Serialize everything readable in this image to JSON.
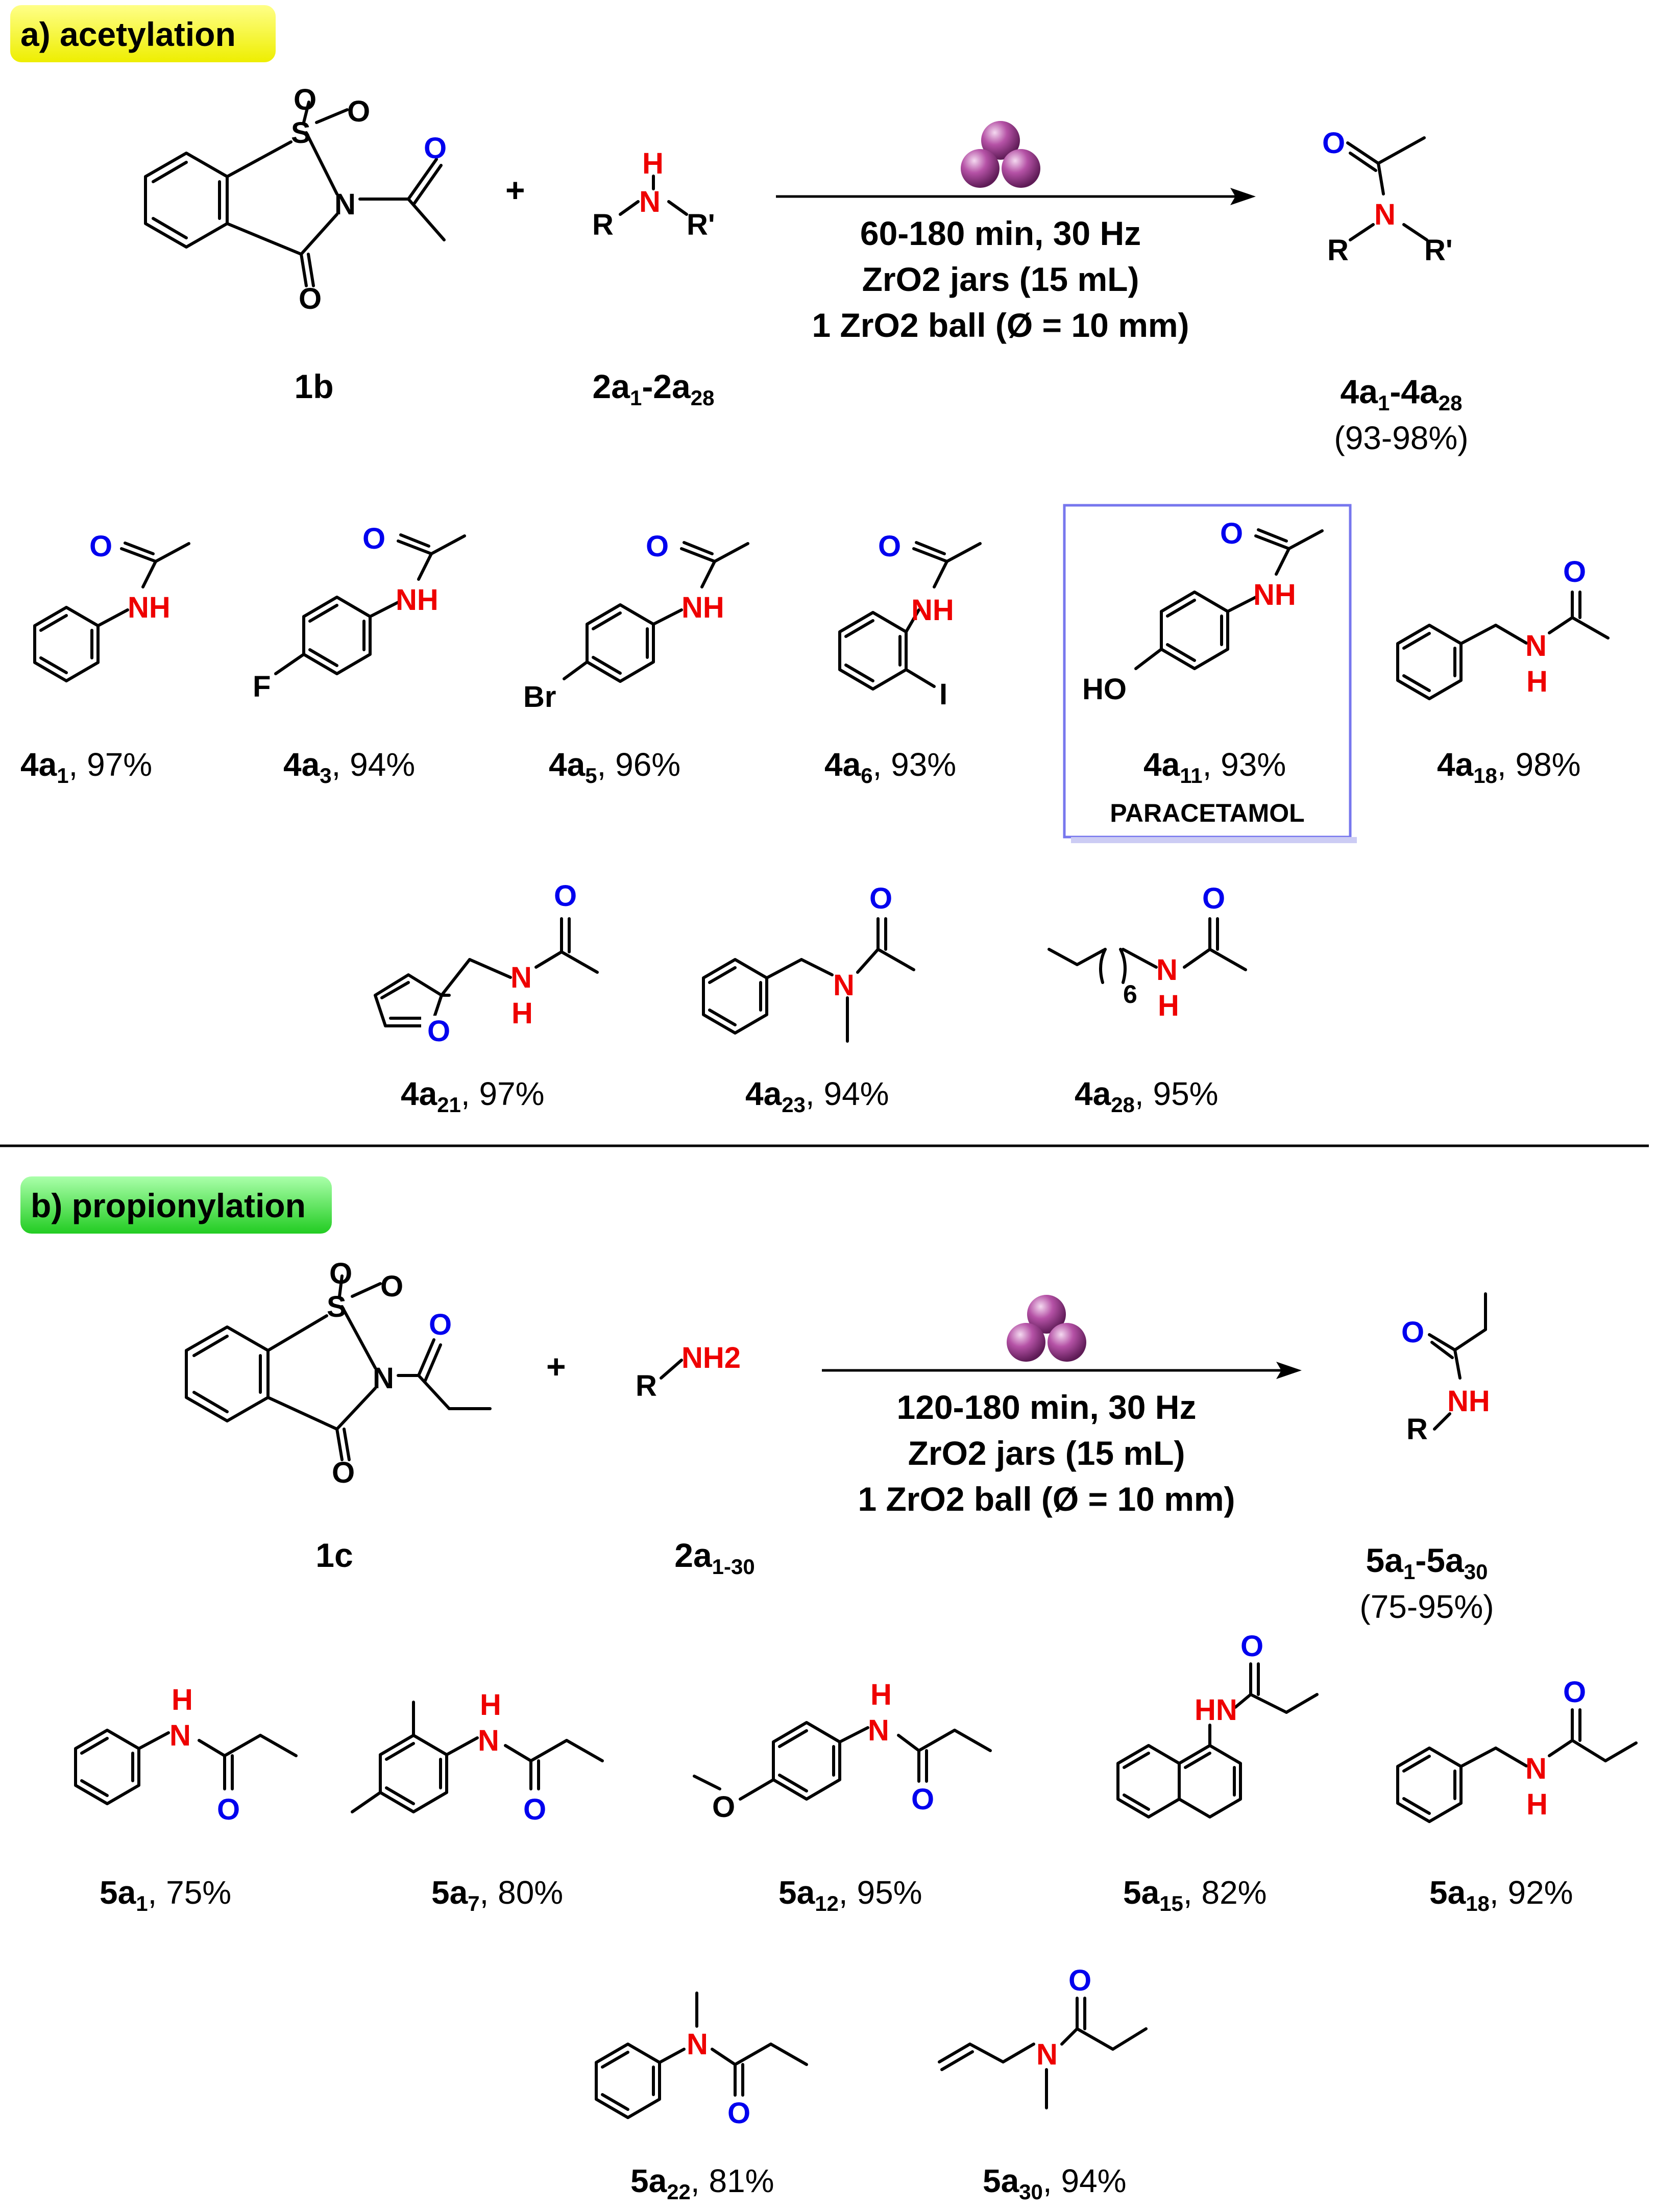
{
  "panel_a": {
    "tag": "a) acetylation",
    "tag_color": "#ffff33",
    "reagent_label": "1b",
    "amine_label": "2a",
    "amine_label_sub1": "1",
    "amine_label_dash": "-2a",
    "amine_label_sub2": "28",
    "product_label_main": "4a",
    "product_label_sub1": "1",
    "product_label_dash": "-4a",
    "product_label_sub2": "28",
    "product_yield_range": "(93-98%)",
    "conditions": [
      "60-180 min, 30 Hz",
      "ZrO2 jars (15 mL)",
      "1 ZrO2 ball (Ø = 10 mm)"
    ],
    "plus": "+",
    "highlight_caption": "PARACETAMOL",
    "highlight_color": "#7777ee",
    "products": [
      {
        "id": "4a",
        "sub": "1",
        "yield": ", 97%"
      },
      {
        "id": "4a",
        "sub": "3",
        "yield": ", 94%"
      },
      {
        "id": "4a",
        "sub": "5",
        "yield": ", 96%"
      },
      {
        "id": "4a",
        "sub": "6",
        "yield": ", 93%"
      },
      {
        "id": "4a",
        "sub": "11",
        "yield": ", 93%"
      },
      {
        "id": "4a",
        "sub": "18",
        "yield": ", 98%"
      },
      {
        "id": "4a",
        "sub": "21",
        "yield": ", 97%"
      },
      {
        "id": "4a",
        "sub": "23",
        "yield": ", 94%"
      },
      {
        "id": "4a",
        "sub": "28",
        "yield": ", 95%"
      }
    ]
  },
  "panel_b": {
    "tag": "b) propionylation",
    "tag_color": "#44ee44",
    "reagent_label": "1c",
    "amine_label": "2a",
    "amine_label_sub": "1-30",
    "product_label_main": "5a",
    "product_label_sub1": "1",
    "product_label_dash": "-5a",
    "product_label_sub2": "30",
    "product_yield_range": "(75-95%)",
    "conditions": [
      "120-180 min, 30 Hz",
      "ZrO2 jars (15 mL)",
      "1 ZrO2 ball (Ø = 10 mm)"
    ],
    "plus": "+",
    "amine_text": "NH2",
    "products": [
      {
        "id": "5a",
        "sub": "1",
        "yield": ", 75%"
      },
      {
        "id": "5a",
        "sub": "7",
        "yield": ", 80%"
      },
      {
        "id": "5a",
        "sub": "12",
        "yield": ", 95%"
      },
      {
        "id": "5a",
        "sub": "15",
        "yield": ", 82%"
      },
      {
        "id": "5a",
        "sub": "18",
        "yield": ", 92%"
      },
      {
        "id": "5a",
        "sub": "22",
        "yield": ", 81%"
      },
      {
        "id": "5a",
        "sub": "30",
        "yield": ", 94%"
      }
    ]
  },
  "atoms": {
    "O": "O",
    "S": "S",
    "N": "N",
    "H": "H",
    "NH": "NH",
    "HN": "HN",
    "R": "R",
    "Rp": "R'",
    "F": "F",
    "Br": "Br",
    "I": "I",
    "HO": "HO",
    "six": "6"
  },
  "colors": {
    "heteroatom_O": "#0000ee",
    "heteroatom_N": "#ee0000",
    "ball": "#9b3d8f"
  }
}
